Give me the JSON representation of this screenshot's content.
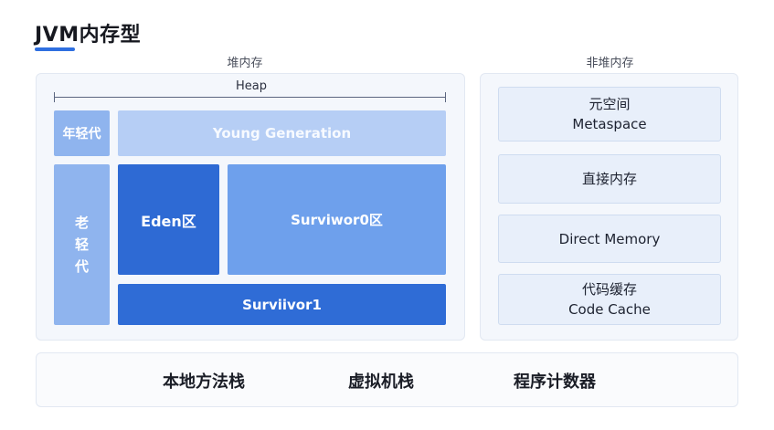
{
  "title": "JVM内存型",
  "heap": {
    "section_label": "堆内存",
    "span_label": "Heap",
    "young_side_label": "年轻代",
    "young_generation": "Young Generation",
    "old_side_chars": [
      "老",
      "轻",
      "代"
    ],
    "eden": "Eden区",
    "survivor0": "Surviwor0区",
    "survivor1": "Surviivor1"
  },
  "non_heap": {
    "section_label": "非堆内存",
    "items": [
      {
        "line1": "元空间",
        "line2": "Metaspace"
      },
      {
        "line1": "直接内存",
        "line2": ""
      },
      {
        "line1": "Direct Memory",
        "line2": ""
      },
      {
        "line1": "代码缓存",
        "line2": "Code Cache"
      }
    ]
  },
  "bottom": {
    "items": [
      "本地方法栈",
      "虚拟机栈",
      "程序计数器"
    ]
  },
  "colors": {
    "accent": "#2f6fe0",
    "eden": "#2e6ad4",
    "survivor0": "#6ea0ec",
    "young_generation": "#b6cef5",
    "side_labels": "#8fb4ee"
  }
}
